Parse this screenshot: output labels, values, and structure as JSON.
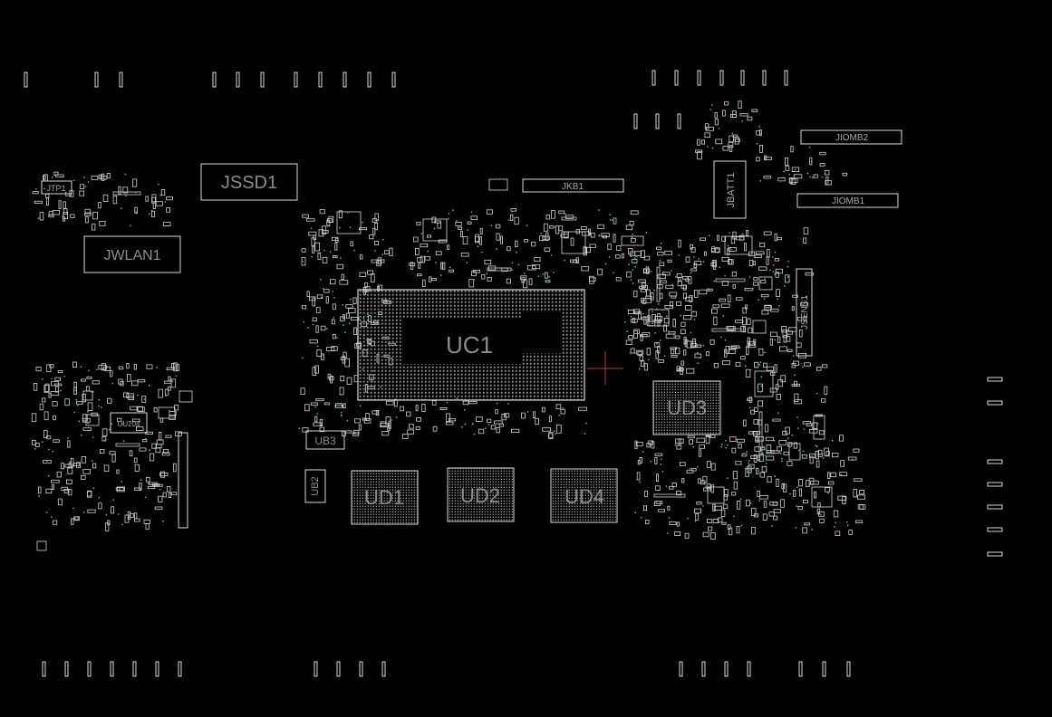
{
  "colors": {
    "background": "#000000",
    "outline": "#d9d9d9",
    "label_large": "#8c8c8c",
    "label_small": "#a6a6a6",
    "via": "#3fb8b0",
    "cursor": "#c0392b"
  },
  "icons": {
    "cursor": "crosshair-icon"
  },
  "components": {
    "uc1": "UC1",
    "ud1": "UD1",
    "ud2": "UD2",
    "ud3": "UD3",
    "ud4": "UD4",
    "jssd1": "JSSD1",
    "jwlan1": "JWLAN1",
    "jkb1": "JKB1",
    "jbatt1": "JBATT1",
    "jsens1": "JSENS1",
    "jiomb1": "JIOMB1",
    "jiomb2": "JIOMB2",
    "jtp1": "JTP1",
    "uu204": "UU204",
    "ub3": "UB3",
    "ub2": "UB2"
  }
}
